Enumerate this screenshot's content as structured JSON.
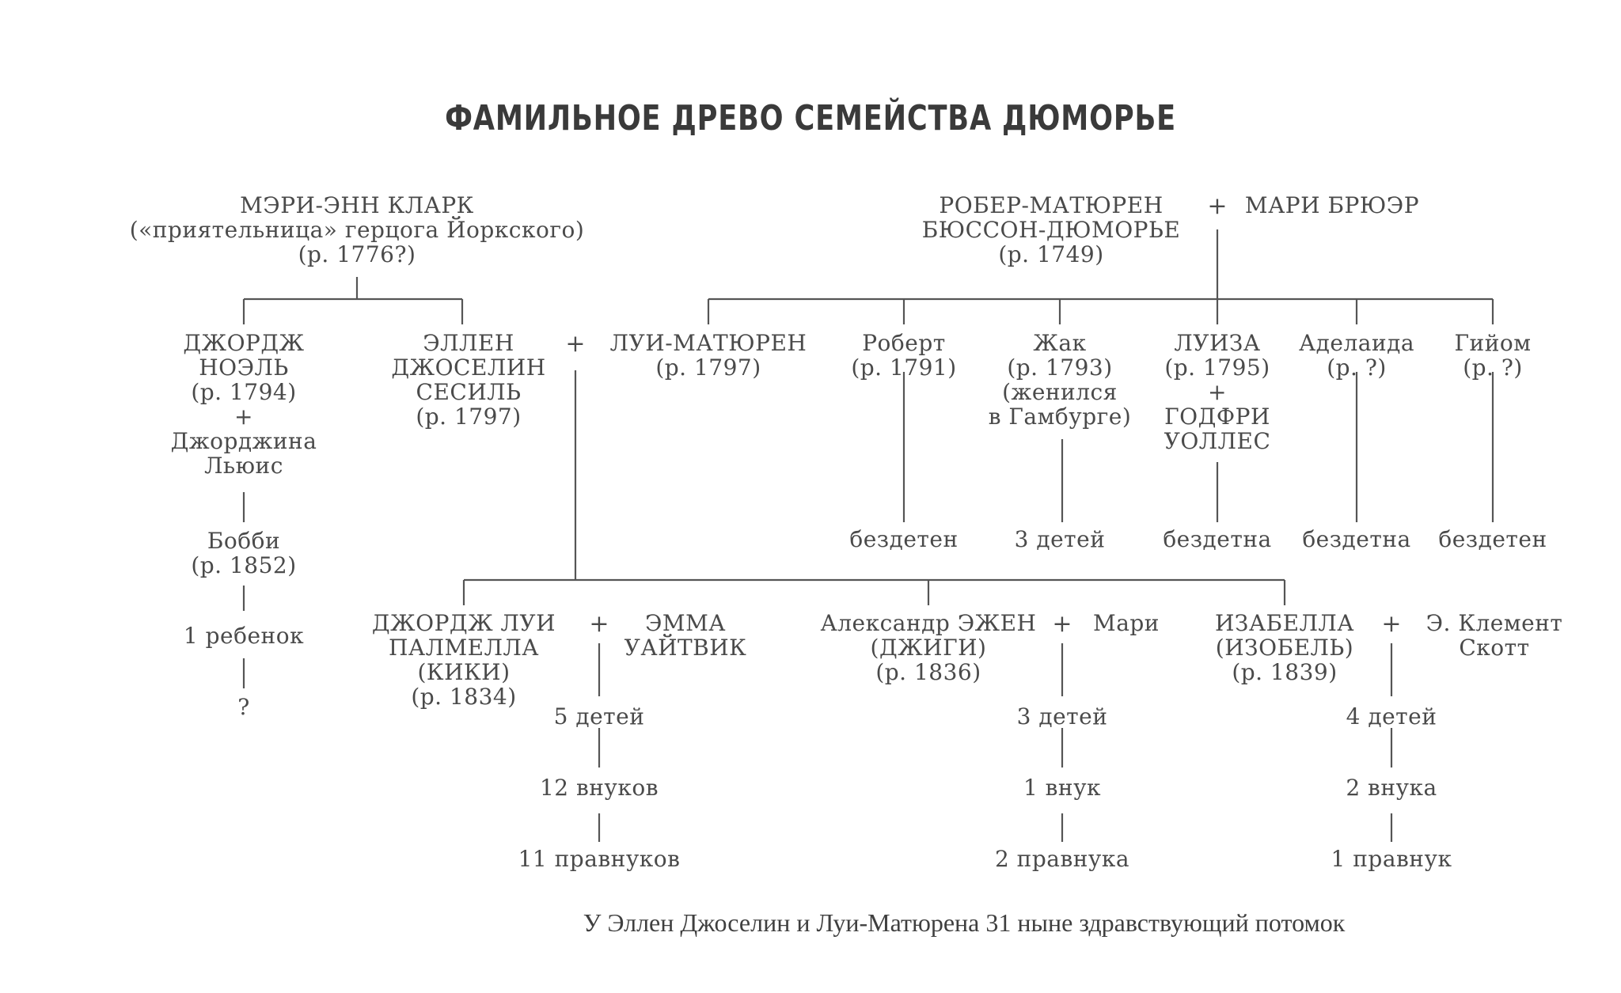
{
  "title": "ФАМИЛЬНОЕ ДРЕВО СЕМЕЙСТВА ДЮМОРЬЕ",
  "footer": "У Эллен Джоселин и Луи-Матюрена 31 ныне здравствующий потомок",
  "plus_sign": "+",
  "people": {
    "mary_anne": [
      "МЭРИ-ЭНН КЛАРК",
      "(«приятельница» герцога Йоркского)",
      "(р. 1776?)"
    ],
    "robert_mathurin": [
      "РОБЕР-МАТЮРЕН",
      "БЮССОН-ДЮМОРЬЕ",
      "(р. 1749)"
    ],
    "marie_bruere": [
      "МАРИ БРЮЭР"
    ],
    "george_noel": [
      "ДЖОРДЖ",
      "НОЭЛЬ",
      "(р. 1794)",
      "+",
      "Джорджина",
      "Льюис"
    ],
    "bobby": [
      "Бобби",
      "(р. 1852)"
    ],
    "one_child": [
      "1 ребенок"
    ],
    "unknown": [
      "?"
    ],
    "ellen": [
      "ЭЛЛЕН",
      "ДЖОСЕЛИН",
      "СЕСИЛЬ",
      "(р. 1797)"
    ],
    "louis_mathurin": [
      "ЛУИ-МАТЮРЕН",
      "(р. 1797)"
    ],
    "robert": [
      "Роберт",
      "(р. 1791)"
    ],
    "jacques": [
      "Жак",
      "(р. 1793)",
      "(женился",
      "в Гамбурге)"
    ],
    "louise": [
      "ЛУИЗА",
      "(р. 1795)",
      "+",
      "ГОДФРИ",
      "УОЛЛЕС"
    ],
    "adelaide": [
      "Аделаида",
      "(р. ?)"
    ],
    "guillaume": [
      "Гийом",
      "(р. ?)"
    ],
    "robert_issue": [
      "бездетен"
    ],
    "jacques_issue": [
      "3 детей"
    ],
    "louise_issue": [
      "бездетна"
    ],
    "adelaide_issue": [
      "бездетна"
    ],
    "guillaume_issue": [
      "бездетен"
    ],
    "george_louis": [
      "ДЖОРДЖ ЛУИ",
      "ПАЛМЕЛЛА",
      "(КИКИ)",
      "(р. 1834)"
    ],
    "emma": [
      "ЭММА",
      "УАЙТВИК"
    ],
    "alexandre": [
      "Александр ЭЖЕН",
      "(ДЖИГИ)",
      "(р. 1836)"
    ],
    "marie": [
      "Мари"
    ],
    "isabella": [
      "ИЗАБЕЛЛА",
      "(ИЗОБЕЛЬ)",
      "(р. 1839)"
    ],
    "clement_scott": [
      "Э. Клемент",
      "Скотт"
    ],
    "gl_children": [
      "5 детей"
    ],
    "gl_grandchildren": [
      "12 внуков"
    ],
    "gl_great": [
      "11 правнуков"
    ],
    "al_children": [
      "3 детей"
    ],
    "al_grandchildren": [
      "1 внук"
    ],
    "al_great": [
      "2 правнука"
    ],
    "is_children": [
      "4 детей"
    ],
    "is_grandchildren": [
      "2 внука"
    ],
    "is_great": [
      "1 правнук"
    ]
  },
  "colors": {
    "text": "#4a4a4a",
    "lines": "#555555",
    "background": "#ffffff"
  }
}
